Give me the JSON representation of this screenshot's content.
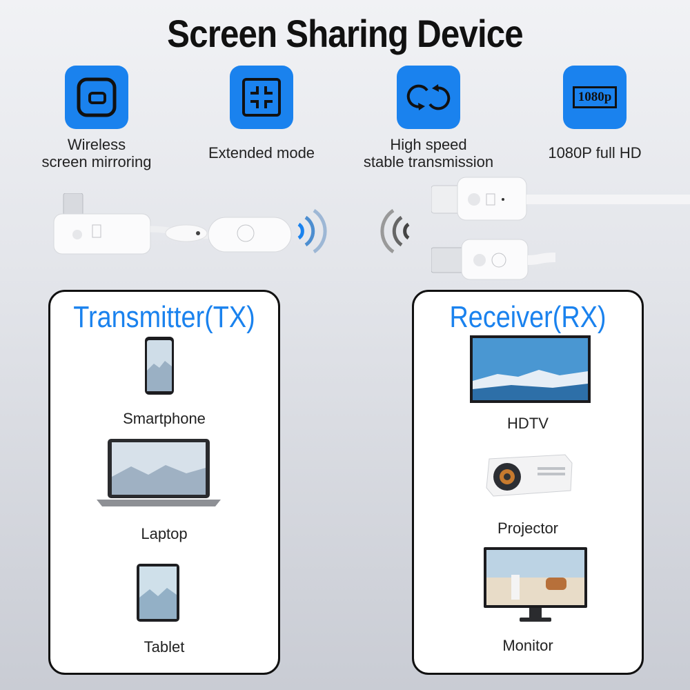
{
  "title": "Screen Sharing Device",
  "features": [
    {
      "icon": "wireless-mirror-icon",
      "label_line1": "Wireless",
      "label_line2": "screen mirroring"
    },
    {
      "icon": "extend-screen-icon",
      "label_line1": "Extended mode",
      "label_line2": ""
    },
    {
      "icon": "sync-arrows-icon",
      "label_line1": "High speed",
      "label_line2": "stable transmission"
    },
    {
      "icon": "1080p-badge-icon",
      "label_line1": "1080P full HD",
      "label_line2": "",
      "badge_text": "1080p"
    }
  ],
  "colors": {
    "accent": "#1a82ee",
    "text": "#222222",
    "title": "#111111"
  },
  "transmitter": {
    "title": "Transmitter(TX)",
    "items": [
      {
        "icon": "smartphone-icon",
        "label": "Smartphone"
      },
      {
        "icon": "laptop-icon",
        "label": "Laptop"
      },
      {
        "icon": "tablet-icon",
        "label": "Tablet"
      }
    ]
  },
  "receiver": {
    "title": "Receiver(RX)",
    "items": [
      {
        "icon": "hdtv-icon",
        "label": "HDTV"
      },
      {
        "icon": "projector-icon",
        "label": "Projector"
      },
      {
        "icon": "monitor-icon",
        "label": "Monitor"
      }
    ]
  }
}
